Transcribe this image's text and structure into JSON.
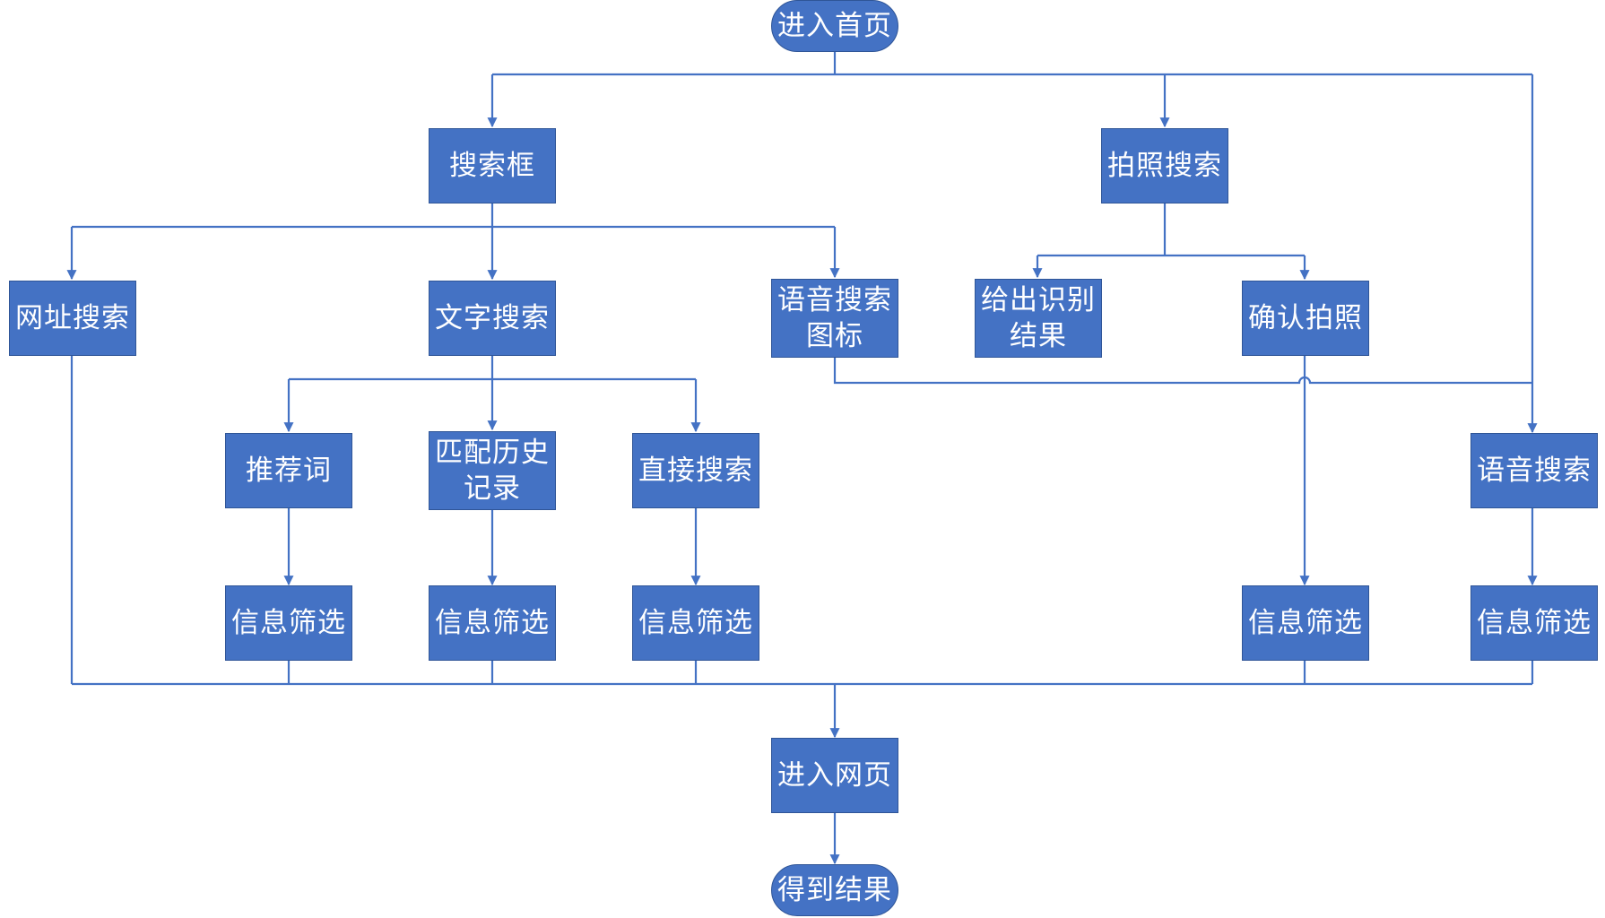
{
  "colors": {
    "node_fill": "#4472c4",
    "node_border": "#2f5597",
    "connector": "#4472c4",
    "text": "#ffffff",
    "background": "#ffffff"
  },
  "nodes": {
    "start": "进入首页",
    "search_box": "搜索框",
    "photo_search": "拍照搜索",
    "url_search": "网址搜索",
    "text_search": "文字搜索",
    "voice_search_icon": "语音搜索图标",
    "give_result": "给出识别结果",
    "confirm_photo": "确认拍照",
    "recommend_words": "推荐词",
    "match_history": "匹配历史记录",
    "direct_search": "直接搜索",
    "voice_search": "语音搜索",
    "filter_1": "信息筛选",
    "filter_2": "信息筛选",
    "filter_3": "信息筛选",
    "filter_4": "信息筛选",
    "filter_5": "信息筛选",
    "enter_page": "进入网页",
    "end": "得到结果"
  }
}
